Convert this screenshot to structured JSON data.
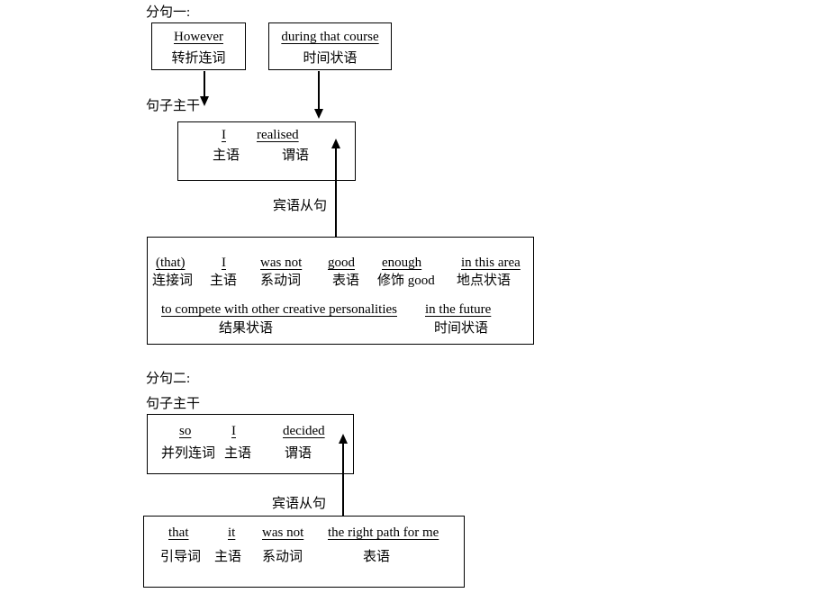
{
  "colors": {
    "ink": "#000000",
    "background": "#ffffff"
  },
  "clause1": {
    "heading": "分句一:",
    "modifier_boxes": [
      {
        "en": "However",
        "zh": "转折连词"
      },
      {
        "en": "during that course",
        "zh": "时间状语"
      }
    ],
    "trunk_label": "句子主干",
    "trunk_words": [
      {
        "en": "I",
        "zh": "主语"
      },
      {
        "en": "realised",
        "zh": "谓语"
      }
    ],
    "object_clause_label": "宾语从句",
    "object_clause": {
      "row1": [
        {
          "en": "(that)",
          "zh": "连接词"
        },
        {
          "en": "I",
          "zh": "主语"
        },
        {
          "en": "was not",
          "zh": "系动词"
        },
        {
          "en": "good",
          "zh": "表语"
        },
        {
          "en": "enough",
          "zh": "修饰 good"
        },
        {
          "en": "in this area",
          "zh": "地点状语"
        }
      ],
      "row2": [
        {
          "en": "to compete with other creative personalities",
          "zh": "结果状语"
        },
        {
          "en": "in the future",
          "zh": "时间状语"
        }
      ]
    }
  },
  "clause2": {
    "heading": "分句二:",
    "trunk_label": "句子主干",
    "trunk_words": [
      {
        "en": "so",
        "zh": "并列连词"
      },
      {
        "en": "I",
        "zh": "主语"
      },
      {
        "en": "decided",
        "zh": "谓语"
      }
    ],
    "object_clause_label": "宾语从句",
    "object_clause_words": [
      {
        "en": "that",
        "zh": "引导词"
      },
      {
        "en": "it",
        "zh": "主语"
      },
      {
        "en": "was not",
        "zh": "系动词"
      },
      {
        "en": "the right path for me",
        "zh": "表语"
      }
    ]
  }
}
